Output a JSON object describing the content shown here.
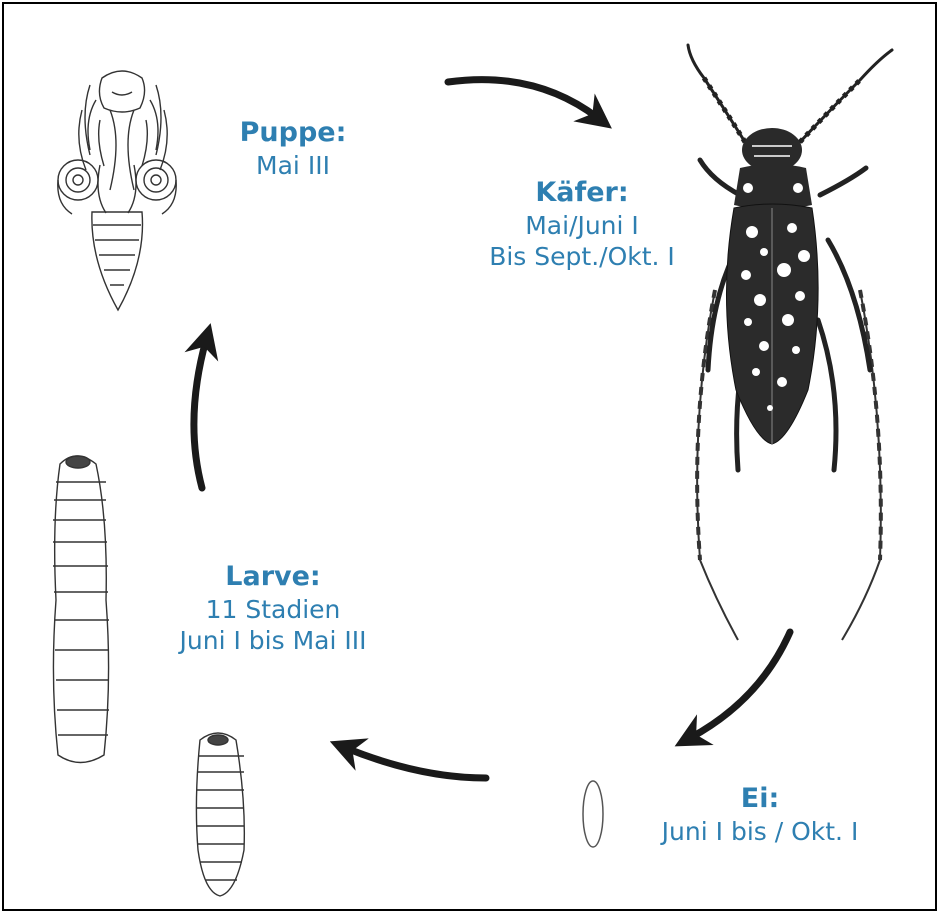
{
  "stages": {
    "pupa": {
      "title": "Puppe:",
      "lines": [
        "Mai III"
      ]
    },
    "beetle": {
      "title": "Käfer:",
      "lines": [
        "Mai/Juni I",
        "Bis Sept./Okt. I"
      ]
    },
    "egg": {
      "title": "Ei:",
      "lines": [
        "Juni I bis / Okt. I"
      ]
    },
    "larva": {
      "title": "Larve:",
      "lines": [
        "11 Stadien",
        "Juni I bis Mai III"
      ]
    }
  },
  "colors": {
    "label": "#2e7fb1",
    "ink": "#1a1a1a"
  },
  "icons": [
    "pupa-illustration",
    "beetle-illustration",
    "egg-illustration",
    "large-larva-illustration",
    "small-larva-illustration",
    "cycle-arrow"
  ]
}
